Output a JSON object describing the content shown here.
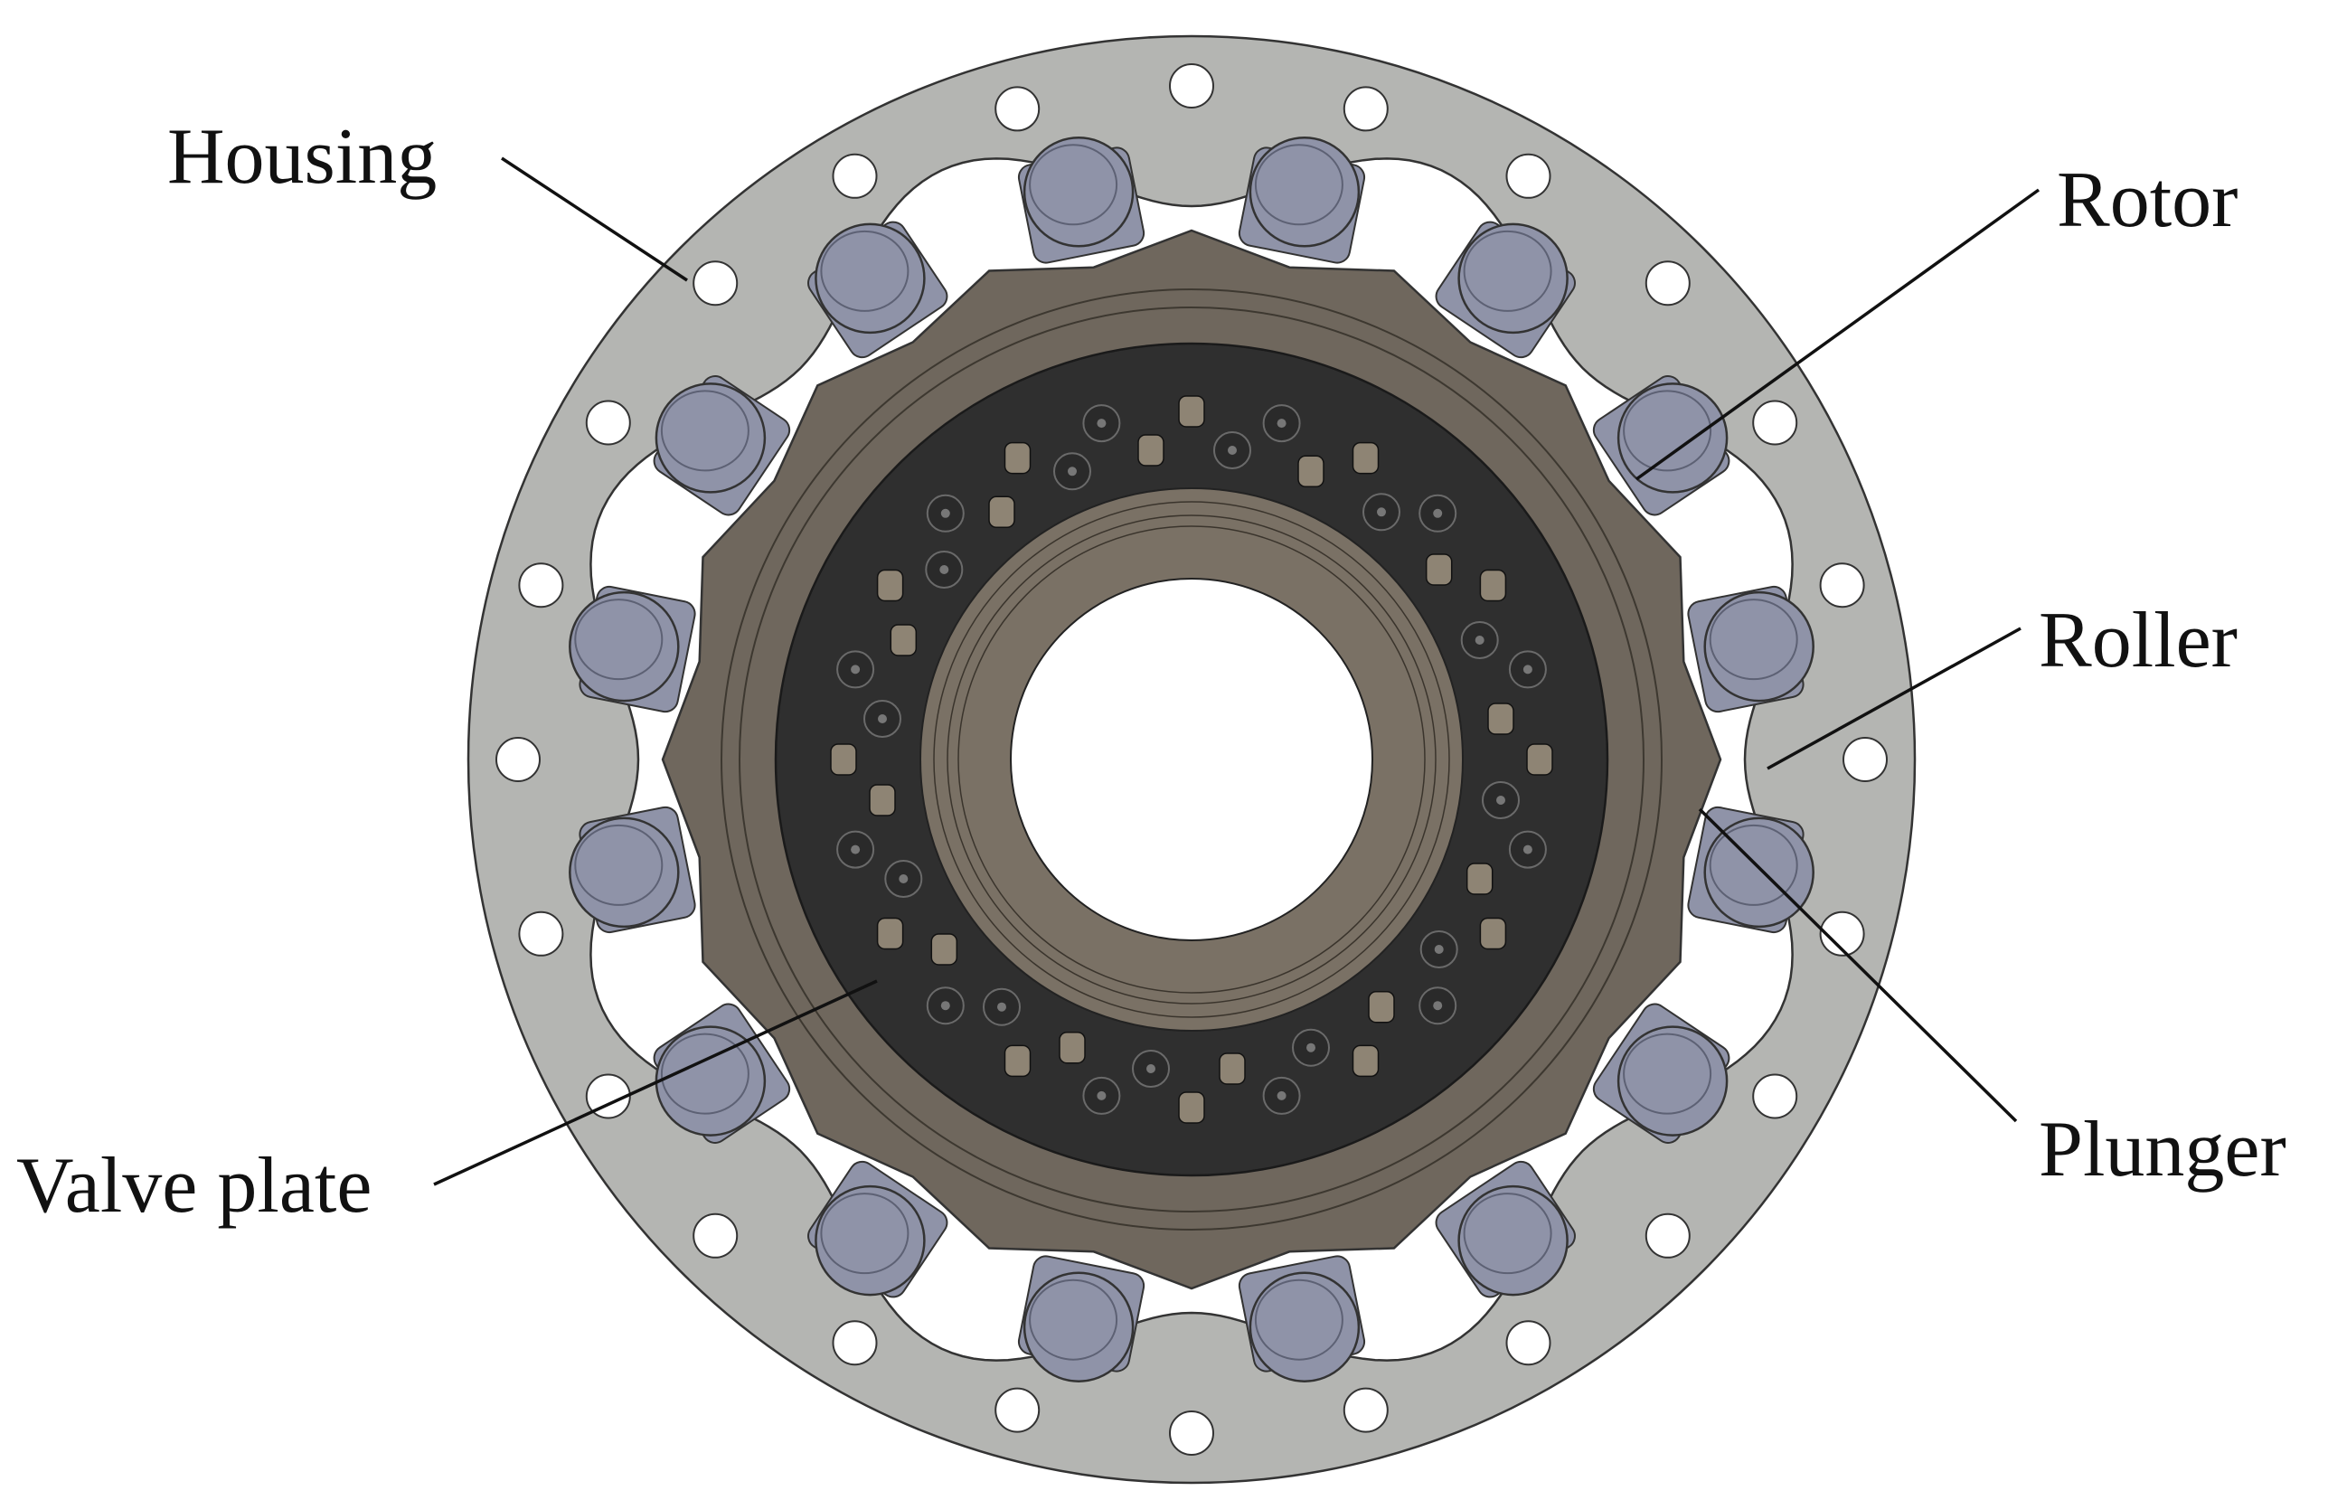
{
  "diagram": {
    "labels": {
      "housing": "Housing",
      "rotor": "Rotor",
      "roller": "Roller",
      "plunger": "Plunger",
      "valve_plate": "Valve plate"
    },
    "components": {
      "housing_bolt_holes": 24,
      "plunger_roller_assemblies": 16,
      "valve_plate_port_rings": 2
    },
    "colors": {
      "housing": "#b4b5b2",
      "rotor": "#6f675d",
      "valve_plate": "#2f2f2f",
      "hub": "#7a7165",
      "plunger_roller": "#8f93a8",
      "outline": "#333333"
    }
  }
}
